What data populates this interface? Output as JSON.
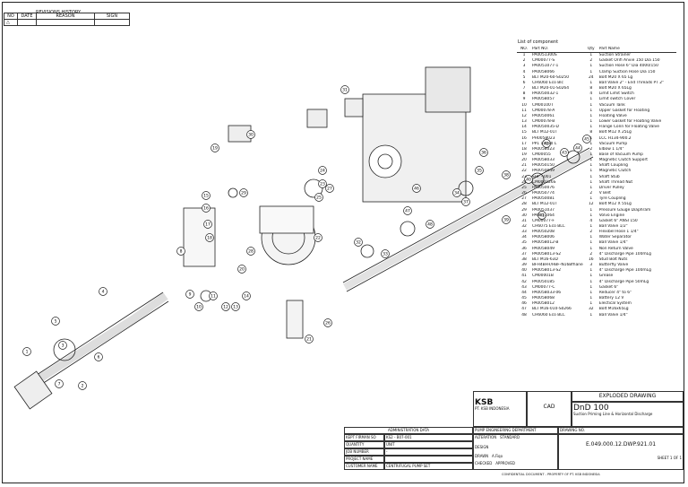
{
  "revision": {
    "title": "REVISIONS HISTORY",
    "headers": [
      "NO",
      "DATE",
      "REASON",
      "SIGN"
    ]
  },
  "components": {
    "title": "List of component",
    "headers": [
      "NO.",
      "Part NO.",
      "Qty",
      "Part Name"
    ],
    "rows": [
      [
        "1",
        "PA0051300S",
        "1",
        "Suction Strainer"
      ],
      [
        "2",
        "CM00077-S",
        "2",
        "Gasket Orifi Anvie 150 Dia 150"
      ],
      [
        "3",
        "PA0051077-1",
        "1",
        "Suction Hose 6\" Dia 4000/150"
      ],
      [
        "4",
        "PA0058066",
        "1",
        "Clamp Suction Hose Dia 150"
      ],
      [
        "5",
        "BLT M20-60-S0250",
        "24",
        "Bolt M20 X 65 Lg"
      ],
      [
        "6",
        "CH6060 Eco Blc",
        "1",
        "Ball Valve 2\" - End Threads PT 2\""
      ],
      [
        "7",
        "BLT M20-01-S0264",
        "8",
        "Bolt M20 X 65Lg"
      ],
      [
        "8",
        "PA0050032-1",
        "4",
        "Limit Limit Switch"
      ],
      [
        "9",
        "PA0058057",
        "1",
        "Limit switch Cover"
      ],
      [
        "10",
        "CM00100T",
        "1",
        "Vacuum Tank"
      ],
      [
        "11",
        "CM00078-A",
        "1",
        "Upper Gasket for Floating"
      ],
      [
        "12",
        "PA0050061",
        "1",
        "Floating Valve"
      ],
      [
        "13",
        "CM00078-B",
        "1",
        "Lower Gasket for Floating Valve"
      ],
      [
        "14",
        "PA0050035-D",
        "1",
        "Flange Conn for Floating Valve"
      ],
      [
        "15",
        "BLT M12-01T",
        "8",
        "Bolt M12 X 25Lg"
      ],
      [
        "16",
        "PH0058023",
        "1",
        "LCC H134-900.2"
      ],
      [
        "17",
        "PP1 11030 L",
        "1",
        "Vacuum Pump"
      ],
      [
        "18",
        "PA0058023",
        "2",
        "Elbow 1 1/4\""
      ],
      [
        "19",
        "CM00055",
        "1",
        "Base of Vacuum Pump"
      ],
      [
        "20",
        "PA0058033",
        "1",
        "Magnetic Clutch Support"
      ],
      [
        "21",
        "PA0050150",
        "1",
        "Shaft Coupling"
      ],
      [
        "22",
        "PA0050049",
        "1",
        "Magnetic Clutch"
      ],
      [
        "23",
        "SHF - 001",
        "1",
        "Shaft Stub"
      ],
      [
        "24",
        "CM001026S",
        "1",
        "Shaft Thread Nut"
      ],
      [
        "25",
        "PA0050076",
        "1",
        "Driver Pulley"
      ],
      [
        "26",
        "PA0050774",
        "2",
        "V Belt"
      ],
      [
        "27",
        "PA0050081",
        "1",
        "Tyre Coupling"
      ],
      [
        "28",
        "BLT M12-01T",
        "12",
        "Bolt M12 X 55Lg"
      ],
      [
        "29",
        "PA0051037",
        "1",
        "Pressure Gauge Diaphram"
      ],
      [
        "30",
        "PA0051064",
        "1",
        "Volvo Engine"
      ],
      [
        "31",
        "CM00077-F",
        "4",
        "Gasket 6\" ANSI 150"
      ],
      [
        "32",
        "CH6075 Eco BLC",
        "1",
        "Ball Valve 1/2\""
      ],
      [
        "33",
        "PA0050208",
        "2",
        "Flexibel Hose 1 1/4\""
      ],
      [
        "34",
        "PA0058006",
        "1",
        "Water Separator"
      ],
      [
        "35",
        "PA0058012-B",
        "1",
        "Ball Valve 1/4\""
      ],
      [
        "36",
        "PA0058049",
        "1",
        "Non Return Valve"
      ],
      [
        "37",
        "PA0058013-S2",
        "2",
        "4\" Discharge Pipe 100mLg"
      ],
      [
        "38",
        "BLT M16-63D",
        "16",
        "Stud Bolt Nuts"
      ],
      [
        "39",
        "BFH4BFH/HBF-N16Bfhane",
        "3",
        "Butterfly Valve"
      ],
      [
        "40",
        "PA0058013-S2",
        "1",
        "4\" Discharge Pipe 100mLg"
      ],
      [
        "41",
        "CM00001B",
        "1",
        "Grease"
      ],
      [
        "42",
        "PA0050185",
        "1",
        "4\" Discharge Pipe 50mLg"
      ],
      [
        "43",
        "CM00077-C",
        "1",
        "Gasket 6\""
      ],
      [
        "44",
        "PA0058033-06",
        "1",
        "Reducer 4\" to 6\""
      ],
      [
        "45",
        "PA0058068",
        "1",
        "Battery 12 V"
      ],
      [
        "46",
        "PA0058012",
        "1",
        "Electical System"
      ],
      [
        "47",
        "BLT M16-010-S0266",
        "32",
        "Bolt M16x65Lg"
      ],
      [
        "48",
        "CH6060 Eco BLC",
        "1",
        "Ball Valve 1/4\""
      ]
    ]
  },
  "drawing": {
    "callouts": [
      "1",
      "2",
      "3",
      "4",
      "5",
      "6",
      "7",
      "8",
      "9",
      "10",
      "11",
      "12",
      "13",
      "14",
      "15",
      "16",
      "17",
      "18",
      "19",
      "20",
      "21",
      "22",
      "23",
      "24",
      "25",
      "26",
      "27",
      "28",
      "29",
      "30",
      "31",
      "32",
      "33",
      "34",
      "35",
      "36",
      "37",
      "38",
      "39",
      "40",
      "41",
      "42",
      "43",
      "44",
      "45",
      "46",
      "47",
      "48"
    ]
  },
  "title_block": {
    "company": "PT. KSB INDONESIA",
    "logo_text": "KSB",
    "admin_title": "ADMINISTRATION DATA",
    "admin_rows": [
      [
        "KEPT FIRMAN SO",
        "KS2 - B07-001"
      ],
      [
        "QUANTITY",
        "UNIT"
      ],
      [
        "JOB NUMBER",
        "-"
      ],
      [
        "PROJECT NAME",
        ""
      ],
      [
        "CUSTOMER NAME",
        "CENTRIFUGAL PUMP SET"
      ]
    ],
    "dept": "PUMP ENGINEERING DEPARTMENT",
    "alteration": "ALTERATION",
    "standard": "STANDARD",
    "design_label": "DESIGN",
    "drawn": "DRAWN",
    "drawn_by": "A.Fiqo",
    "checked": "CHECKED",
    "approved": "APPROVED",
    "cad": "CAD",
    "drawing_title": "EXPLODED DRAWING",
    "product": "DnD 100",
    "description": "Suction Priming Line & Horizontal Discharge",
    "drawing_no_label": "DRAWING NO.",
    "drawing_no": "E.049.000.12.DWP.921.01",
    "sheet": "SHEET 1 OF 1",
    "footer": "CONFIDENTIAL DOCUMENT - PROPERTY OF PT. KSB INDONESIA"
  }
}
